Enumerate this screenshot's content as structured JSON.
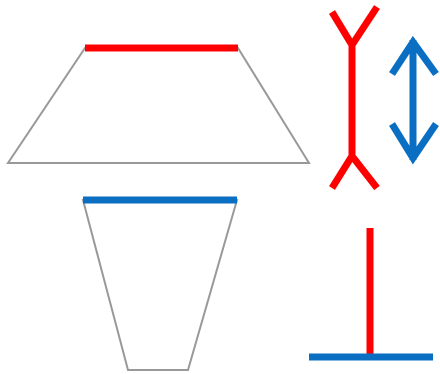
{
  "colors": {
    "red": "#ff0000",
    "blue": "#0a6fc2",
    "outline": "#999999",
    "background": "#ffffff"
  },
  "shapes": {
    "wide_trapezoid": {
      "shape": "trapezoid",
      "top_edge_color": "red",
      "outline_color": "outline"
    },
    "tall_trapezoid": {
      "shape": "inverted-trapezoid",
      "top_edge_color": "blue",
      "outline_color": "outline"
    },
    "red_forked_bar": {
      "shape": "vertical-line-with-forked-ends",
      "color": "red"
    },
    "blue_double_arrow": {
      "shape": "vertical-double-headed-arrow",
      "color": "blue"
    },
    "inverted_t": {
      "shape": "red-vertical-on-blue-horizontal",
      "stem_color": "red",
      "base_color": "blue"
    }
  }
}
